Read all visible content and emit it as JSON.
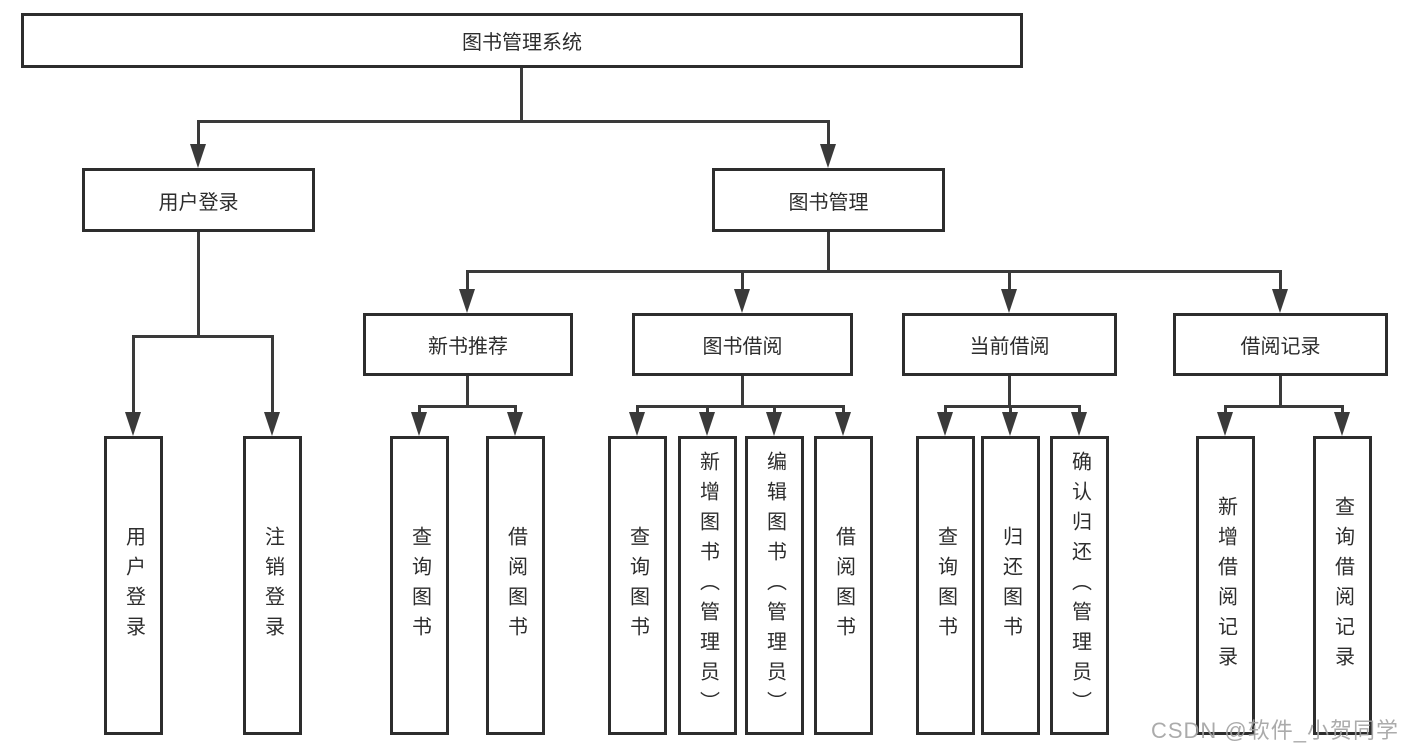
{
  "page": {
    "background": "#ffffff"
  },
  "colors": {
    "box_border": "#2d2d2d",
    "connector_line": "#3a3a3a",
    "label_text": "#2d2d2d",
    "watermark_text": "#a3a3a3"
  },
  "diagram": {
    "type": "tree",
    "root": {
      "label": "图书管理系统"
    },
    "children": [
      {
        "label": "用户登录",
        "children": [
          {
            "label": "用户登录"
          },
          {
            "label": "注销登录"
          }
        ]
      },
      {
        "label": "图书管理",
        "children": [
          {
            "label": "新书推荐",
            "children": [
              {
                "label": "查询图书"
              },
              {
                "label": "借阅图书"
              }
            ]
          },
          {
            "label": "图书借阅",
            "children": [
              {
                "label": "查询图书"
              },
              {
                "label": "新增图书（管理员）"
              },
              {
                "label": "编辑图书（管理员）"
              },
              {
                "label": "借阅图书"
              }
            ]
          },
          {
            "label": "当前借阅",
            "children": [
              {
                "label": "查询图书"
              },
              {
                "label": "归还图书"
              },
              {
                "label": "确认归还（管理员）"
              }
            ]
          },
          {
            "label": "借阅记录",
            "children": [
              {
                "label": "新增借阅记录"
              },
              {
                "label": "查询借阅记录"
              }
            ]
          }
        ]
      }
    ]
  },
  "watermark": {
    "text": "CSDN @软件_小贺同学"
  }
}
